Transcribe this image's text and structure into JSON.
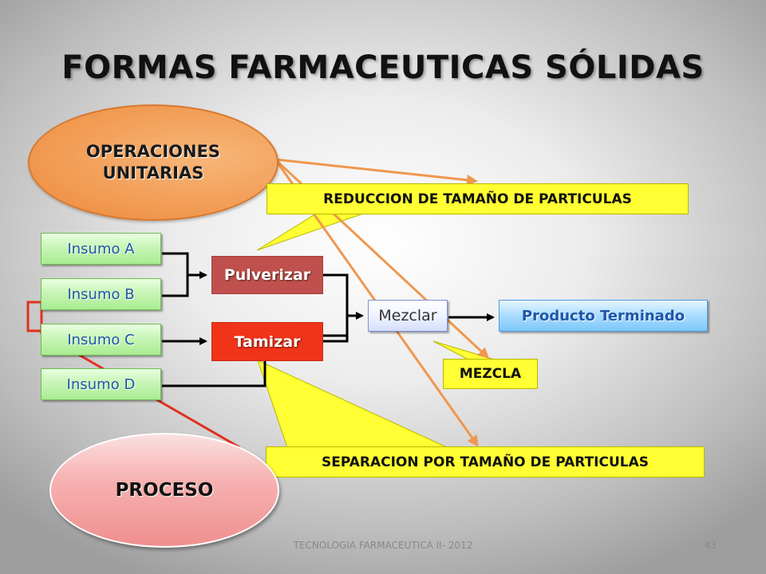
{
  "slide": {
    "title": "FORMAS FARMACEUTICAS SÓLIDAS",
    "footer": "TECNOLOGIA FARMACEUTICA II- 2012",
    "page_number": "43"
  },
  "diagram": {
    "operaciones": {
      "line1": "OPERACIONES",
      "line2": "UNITARIAS"
    },
    "proceso": "PROCESO",
    "insumos": [
      "Insumo A",
      "Insumo B",
      "Insumo C",
      "Insumo D"
    ],
    "pulverizar": "Pulverizar",
    "tamizar": "Tamizar",
    "mezclar": "Mezclar",
    "producto": "Producto Terminado",
    "callouts": {
      "reduccion": "REDUCCION DE TAMAÑO DE PARTICULAS",
      "mezcla": "MEZCLA",
      "separacion": "SEPARACION POR TAMAÑO DE PARTICULAS"
    }
  },
  "colors": {
    "accent_orange": "#f0974e",
    "callout_yellow": "#ffff33",
    "pulverizar_red": "#c0504d",
    "tamizar_red": "#f0341a",
    "arrow_red": "#e0301e"
  }
}
